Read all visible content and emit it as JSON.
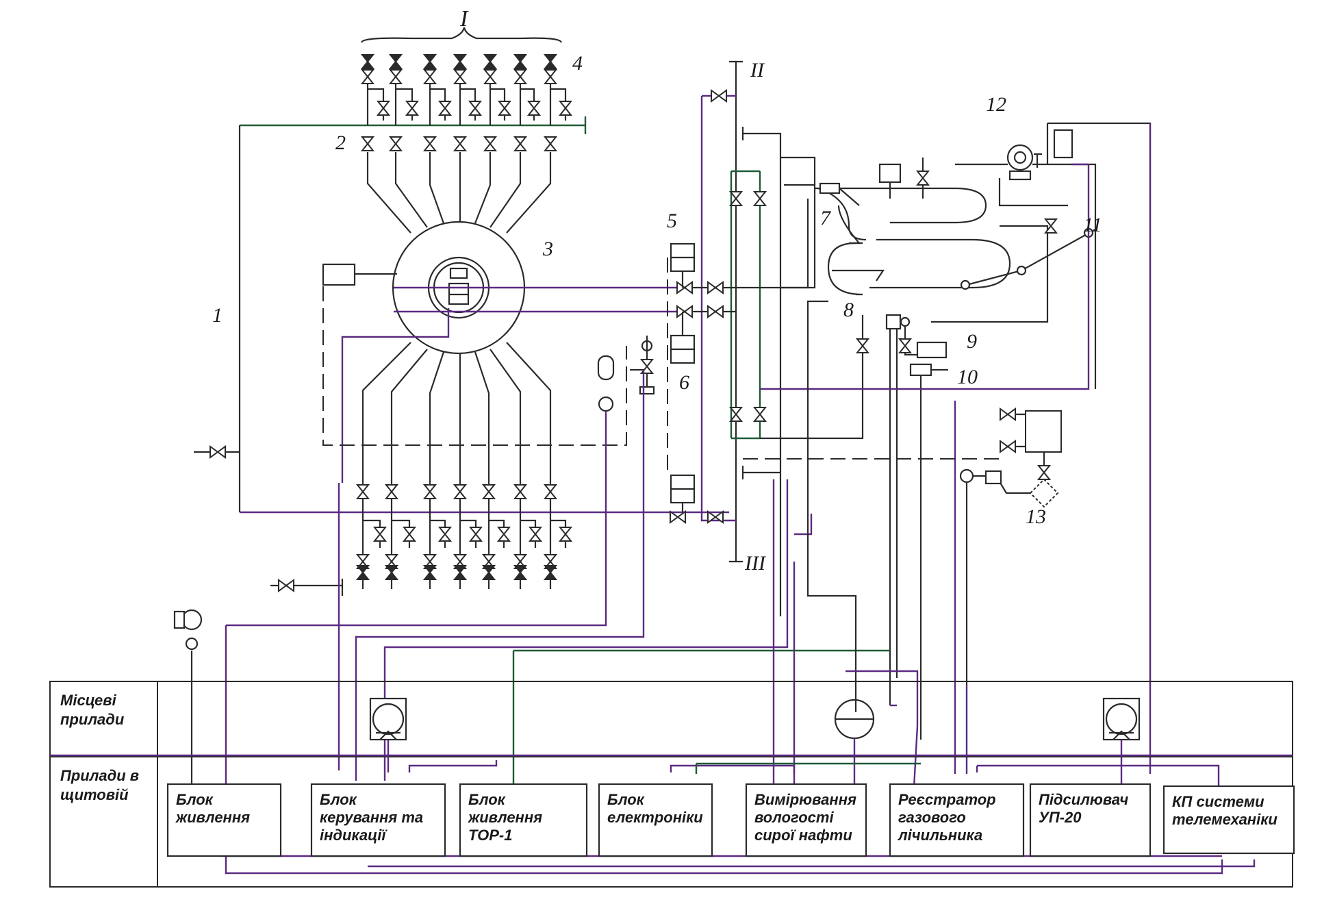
{
  "diagram": {
    "roman_labels": {
      "top_group": "I",
      "upper_pipe": "II",
      "lower_pipe": "III"
    },
    "numbers": [
      "1",
      "2",
      "3",
      "4",
      "5",
      "6",
      "7",
      "8",
      "9",
      "10",
      "11",
      "12",
      "13"
    ],
    "panel": {
      "row_local": "Місцеві\nприлади",
      "row_control_room": "Прилади в\nщитовій"
    },
    "blocks": [
      {
        "id": "power",
        "text": "Блок\nживлення"
      },
      {
        "id": "control",
        "text": "Блок\nкерування та\nіндикації"
      },
      {
        "id": "power_tor",
        "text": "Блок\nживлення\nТОР-1"
      },
      {
        "id": "electronics",
        "text": "Блок\nелектроніки"
      },
      {
        "id": "moisture",
        "text": "Вимірювання\nвологості\nсирої нафти"
      },
      {
        "id": "recorder",
        "text": "Реєстратор\nгазового\nлічильника"
      },
      {
        "id": "amplifier",
        "text": "Підсилювач\nУП-20"
      },
      {
        "id": "telemetry",
        "text": "КП системи\nтелемеханіки"
      }
    ],
    "colors": {
      "line": "#2a2a2a",
      "purple": "#5a2a82",
      "green": "#1f5a36"
    }
  }
}
